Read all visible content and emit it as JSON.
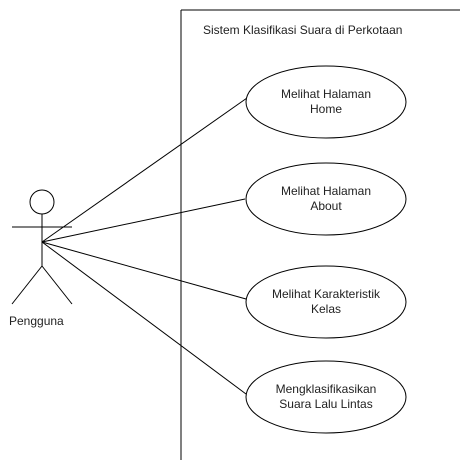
{
  "system": {
    "title": "Sistem Klasifikasi Suara di Perkotaan"
  },
  "actor": {
    "name": "Pengguna"
  },
  "use_cases": [
    {
      "label": "Melihat Halaman\nHome"
    },
    {
      "label": "Melihat Halaman\nAbout"
    },
    {
      "label": "Melihat Karakteristik\nKelas"
    },
    {
      "label": "Mengklasifikasikan\nSuara Lalu Lintas"
    }
  ],
  "colors": {
    "stroke": "#000000",
    "text": "#222222",
    "background": "#ffffff"
  }
}
